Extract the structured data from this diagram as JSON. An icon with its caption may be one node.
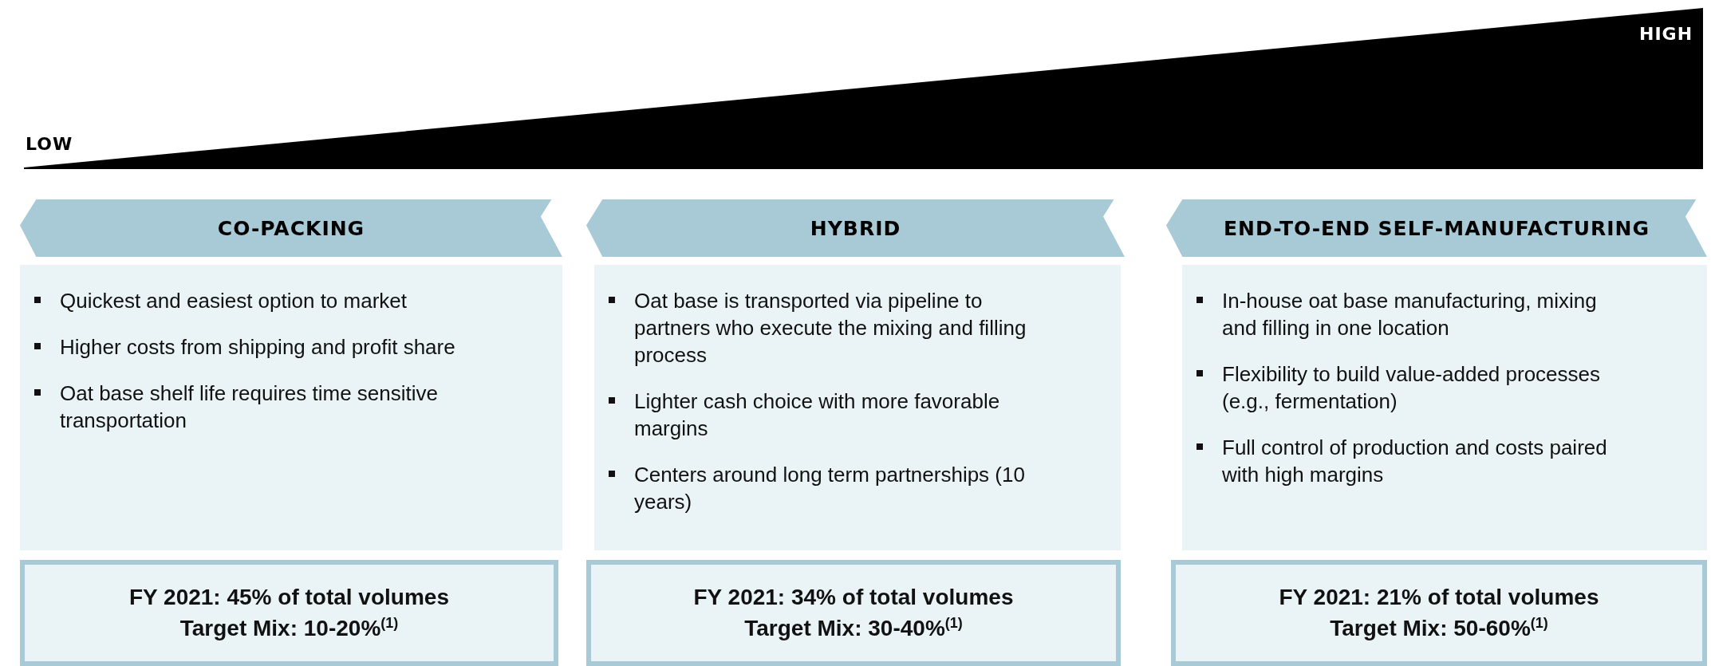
{
  "diagram": {
    "nodes": [
      {
        "text": [
          "CO-PACKING"
        ]
      },
      {
        "text": [
          "Quickest and easiest option to market",
          "Higher costs from shipping and profit share",
          "Oat base shelf life requires time sensitive transportation"
        ]
      },
      {
        "text": [
          "FY 2021: 45% of total volumes",
          "Target Mix: 10-20%$^{(1)}$"
        ]
      },
      {
        "text": [
          "HYBRID"
        ]
      },
      {
        "text": [
          "Oat base is transported via pipeline to partners who execute the mixing and filling process",
          "Lighter cash choice with more favorable margins",
          "Centers around long term partnerships (10 years)"
        ]
      },
      {
        "text": [
          "FY 2021: 34% of total volumes",
          "Target Mix: 30-40%$^{(1)}$"
        ]
      },
      {
        "text": [
          "END-TO-END SELF-MANUFACTURING"
        ]
      },
      {
        "text": [
          "In-house oat base manufacturing, mixing and filling in one location",
          "Flexibility to build value-added processes (e.g., fermentation)",
          "Full control of production and costs paired with high margins"
        ]
      },
      {
        "text": [
          "FY 2021: 21% of total volumes",
          "Target Mix: 50-60%$^{(1)}$"
        ]
      }
    ],
    "labels": [
      "HIGH",
      "LOW"
    ]
  }
}
